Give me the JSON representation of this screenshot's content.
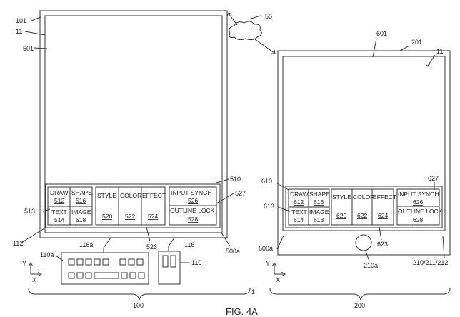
{
  "figure": {
    "caption": "FIG. 4A",
    "center_ref": "1"
  },
  "network": {
    "ref": "55"
  },
  "device_left": {
    "ref": "100",
    "refs": {
      "d101": "101",
      "d11": "11",
      "d501": "501",
      "d510": "510",
      "d513": "513",
      "d527": "527",
      "d112": "112",
      "d116a": "116a",
      "d523": "523",
      "d116": "116",
      "d500a": "500a",
      "d110a": "110a",
      "d110": "110"
    },
    "toolbar": {
      "draw": "DRAW",
      "draw_num": "512",
      "shape": "SHAPE",
      "shape_num": "516",
      "text": "TEXT",
      "text_num": "514",
      "image": "IMAGE",
      "image_num": "518",
      "style": "STYLE",
      "style_num": "520",
      "color": "COLOR",
      "color_num": "522",
      "effect": "EFFECT",
      "effect_num": "524",
      "input_synch": "INPUT SYNCH",
      "input_synch_num": "526",
      "outline_lock": "OUTLINE LOCK",
      "outline_lock_num": "528"
    }
  },
  "device_right": {
    "ref": "200",
    "refs": {
      "d601": "601",
      "d201": "201",
      "d11": "11",
      "d610": "610",
      "d627": "627",
      "d613": "613",
      "d600a": "600a",
      "d623": "623",
      "d210a": "210a",
      "d210211212": "210/211/212"
    },
    "toolbar": {
      "draw": "DRAW",
      "draw_num": "612",
      "shape": "SHAPE",
      "shape_num": "616",
      "text": "TEXT",
      "text_num": "614",
      "image": "IMAGE",
      "image_num": "618",
      "style": "STYLE",
      "style_num": "620",
      "color": "COLOR",
      "color_num": "622",
      "effect": "EFFECT",
      "effect_num": "624",
      "input_synch": "INPUT SYNCH",
      "input_synch_num": "626",
      "outline_lock": "OUTLINE LOCK",
      "outline_lock_num": "628"
    }
  },
  "axes": {
    "x": "X",
    "y": "Y"
  }
}
